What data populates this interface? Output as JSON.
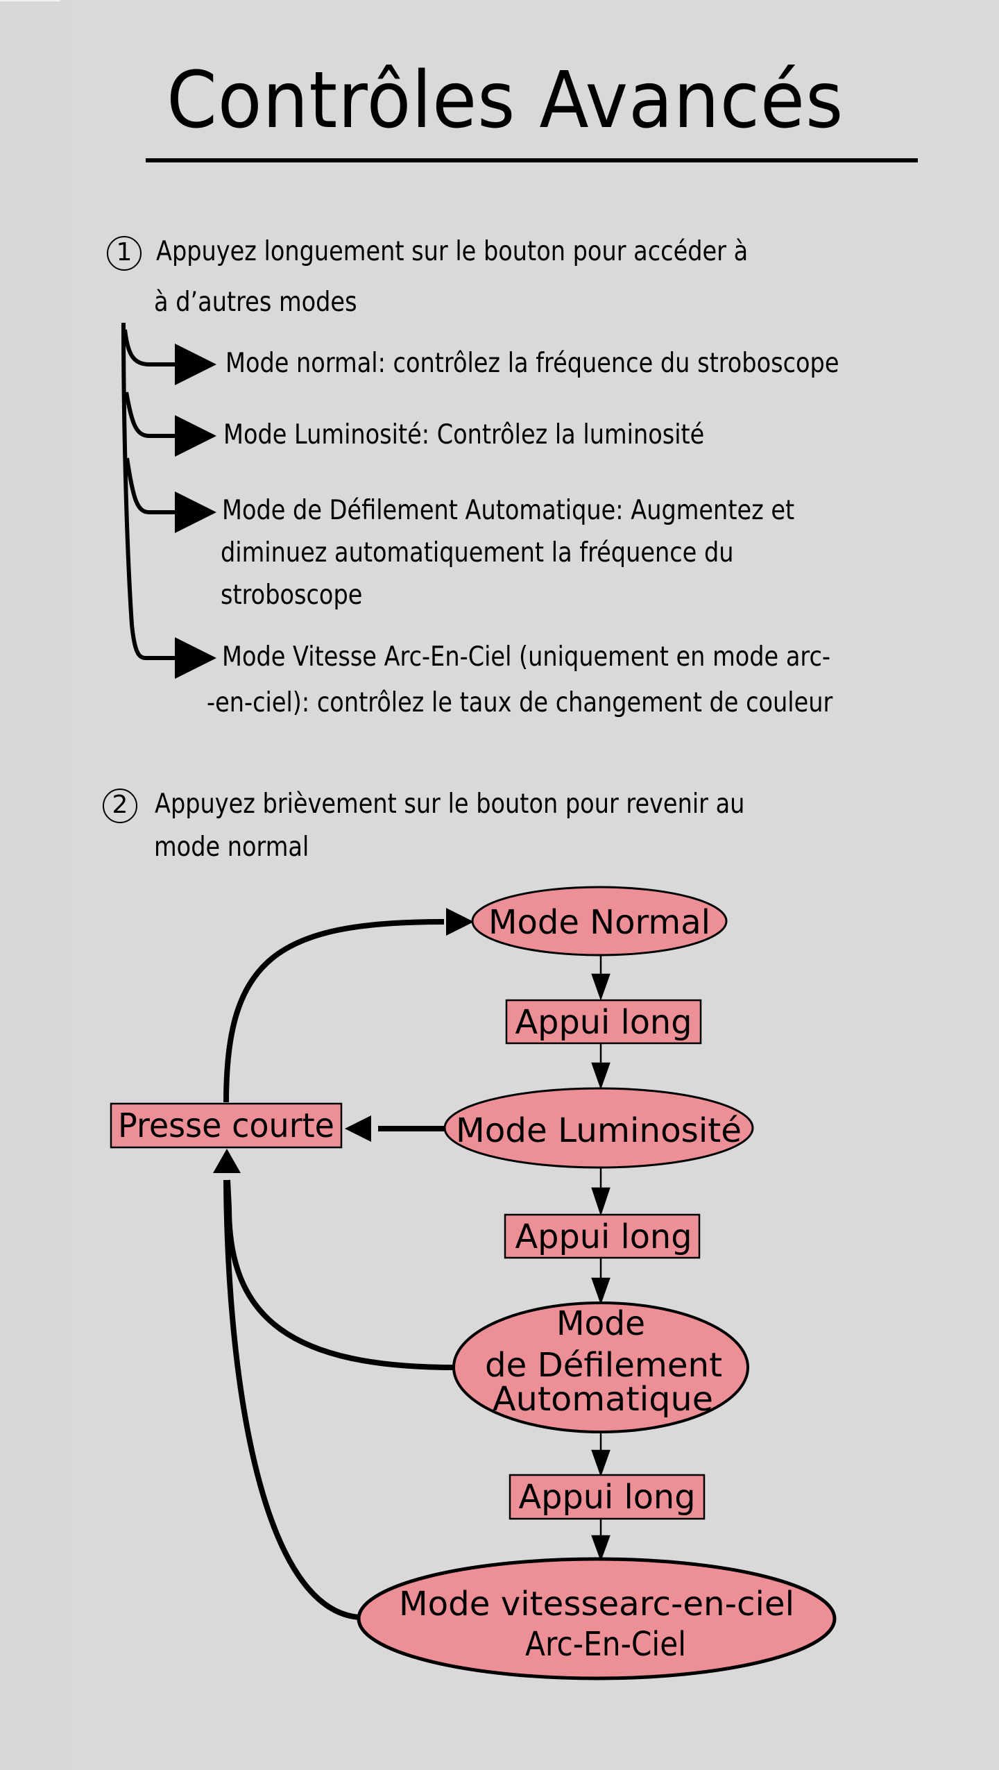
{
  "title": "Contrôles Avancés",
  "colors": {
    "background": "#d9d9d9",
    "node_fill": "#ec8f96",
    "stroke": "#000000"
  },
  "section1": {
    "number": "1",
    "icon": "circled-number-icon",
    "text_line1": "Appuyez longuement sur le bouton pour accéder à",
    "text_line2": "à d’autres modes",
    "items": [
      {
        "lines": [
          "Mode normal: contrôlez la fréquence du stroboscope"
        ]
      },
      {
        "lines": [
          "Mode Luminosité: Contrôlez la luminosité"
        ]
      },
      {
        "lines": [
          "Mode de Défilement Automatique: Augmentez et",
          "diminuez automatiquement la fréquence du",
          "stroboscope"
        ]
      },
      {
        "lines": [
          "Mode Vitesse Arc-En-Ciel (uniquement en mode arc-",
          "-en-ciel): contrôlez le taux de changement de couleur"
        ]
      }
    ]
  },
  "section2": {
    "number": "2",
    "icon": "circled-number-icon",
    "text_line1": "Appuyez brièvement sur le bouton pour revenir au",
    "text_line2": "mode normal"
  },
  "flowchart": {
    "nodes": {
      "mode_normal": {
        "shape": "ellipse",
        "lines": [
          "Mode Normal"
        ]
      },
      "long_press_1": {
        "shape": "box",
        "lines": [
          "Appui long"
        ]
      },
      "mode_luminosite": {
        "shape": "ellipse",
        "lines": [
          "Mode Luminosité"
        ]
      },
      "long_press_2": {
        "shape": "box",
        "lines": [
          "Appui long"
        ]
      },
      "mode_defilement": {
        "shape": "ellipse",
        "lines": [
          "Mode",
          "de Défilement",
          "Automatique"
        ]
      },
      "long_press_3": {
        "shape": "box",
        "lines": [
          "Appui long"
        ]
      },
      "mode_vitesse": {
        "shape": "ellipse",
        "lines": [
          "Mode vitessearc-en-ciel",
          "Arc-En-Ciel"
        ]
      },
      "short_press": {
        "shape": "box",
        "lines": [
          "Presse courte"
        ]
      }
    },
    "edges": [
      {
        "from": "mode_normal",
        "to": "long_press_1"
      },
      {
        "from": "long_press_1",
        "to": "mode_luminosite"
      },
      {
        "from": "mode_luminosite",
        "to": "long_press_2"
      },
      {
        "from": "long_press_2",
        "to": "mode_defilement"
      },
      {
        "from": "mode_defilement",
        "to": "long_press_3"
      },
      {
        "from": "long_press_3",
        "to": "mode_vitesse"
      },
      {
        "from": "mode_luminosite",
        "to": "short_press"
      },
      {
        "from": "mode_defilement",
        "to": "short_press"
      },
      {
        "from": "mode_vitesse",
        "to": "short_press"
      },
      {
        "from": "short_press",
        "to": "mode_normal"
      }
    ]
  }
}
